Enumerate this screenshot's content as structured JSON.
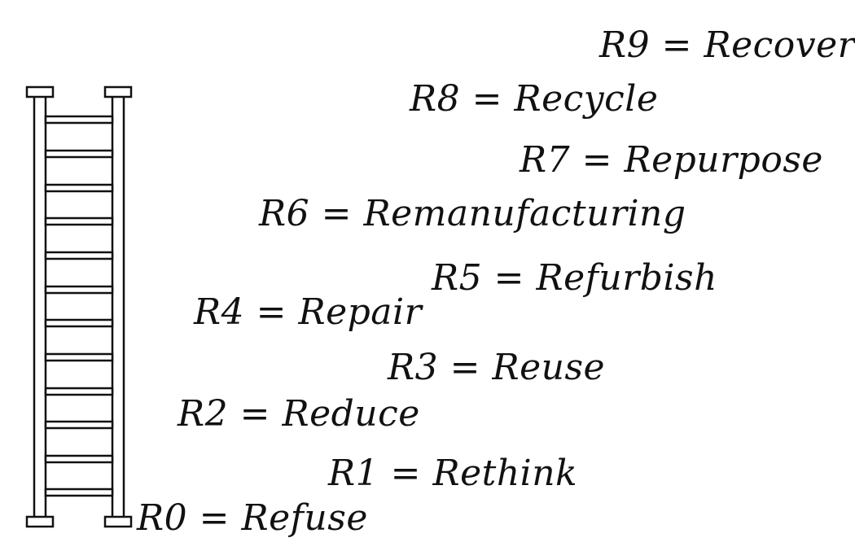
{
  "steps": [
    {
      "id": "R9",
      "label": "R9 = Recover"
    },
    {
      "id": "R8",
      "label": "R8 = Recycle"
    },
    {
      "id": "R7",
      "label": "R7 = Repurpose"
    },
    {
      "id": "R6",
      "label": "R6 = Remanufacturing"
    },
    {
      "id": "R5",
      "label": "R5 = Refurbish"
    },
    {
      "id": "R4",
      "label": "R4 = Repair"
    },
    {
      "id": "R3",
      "label": "R3 = Reuse"
    },
    {
      "id": "R2",
      "label": "R2 = Reduce"
    },
    {
      "id": "R1",
      "label": "R1 = Rethink"
    },
    {
      "id": "R0",
      "label": "R0 = Refuse"
    }
  ],
  "colors": {
    "ink": "#111111",
    "background": "#ffffff"
  }
}
